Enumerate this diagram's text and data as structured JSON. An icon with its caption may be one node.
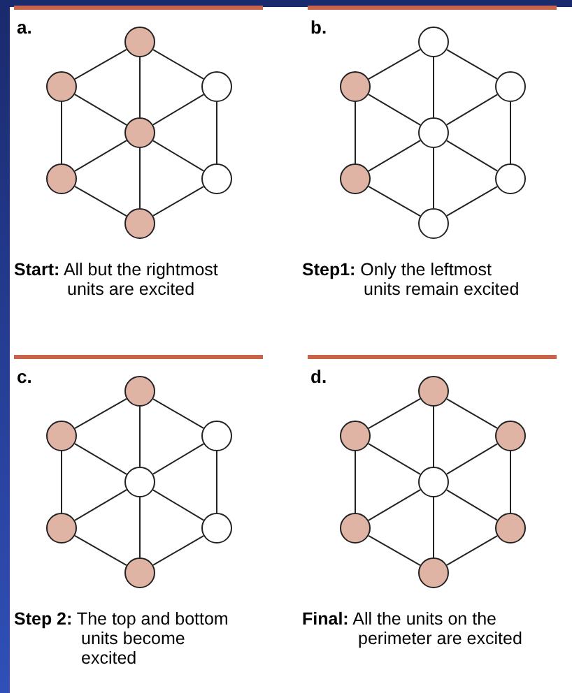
{
  "diagram": {
    "nodes": [
      {
        "text": [],
        "shape": "circle"
      },
      {
        "text": [],
        "shape": "circle"
      },
      {
        "text": [],
        "shape": "circle"
      },
      {
        "text": [],
        "shape": "circle"
      },
      {
        "text": [],
        "shape": "circle"
      },
      {
        "text": [],
        "shape": "circle"
      },
      {
        "text": [],
        "shape": "circle"
      },
      {
        "text": [],
        "shape": "circle"
      },
      {
        "text": [],
        "shape": "circle"
      },
      {
        "text": [],
        "shape": "circle"
      },
      {
        "text": [],
        "shape": "circle"
      },
      {
        "text": [],
        "shape": "circle"
      },
      {
        "text": [],
        "shape": "circle"
      },
      {
        "text": [],
        "shape": "circle"
      },
      {
        "text": [],
        "shape": "circle"
      },
      {
        "text": [],
        "shape": "circle"
      },
      {
        "text": [],
        "shape": "circle"
      },
      {
        "text": [],
        "shape": "circle"
      },
      {
        "text": [],
        "shape": "circle"
      },
      {
        "text": [],
        "shape": "circle"
      },
      {
        "text": [],
        "shape": "circle"
      },
      {
        "text": [],
        "shape": "circle"
      },
      {
        "text": [],
        "shape": "circle"
      },
      {
        "text": [],
        "shape": "circle"
      },
      {
        "text": [],
        "shape": "circle"
      },
      {
        "text": [],
        "shape": "circle"
      },
      {
        "text": [],
        "shape": "circle"
      },
      {
        "text": [],
        "shape": "circle"
      }
    ],
    "edges": [
      {
        "from": 0,
        "to": 1,
        "arrow": "none"
      },
      {
        "from": 0,
        "to": 2,
        "arrow": "none"
      },
      {
        "from": 0,
        "to": 3,
        "arrow": "none"
      },
      {
        "from": 1,
        "to": 3,
        "arrow": "none"
      },
      {
        "from": 2,
        "to": 3,
        "arrow": "none"
      },
      {
        "from": 1,
        "to": 4,
        "arrow": "none"
      },
      {
        "from": 2,
        "to": 5,
        "arrow": "none"
      },
      {
        "from": 3,
        "to": 4,
        "arrow": "none"
      },
      {
        "from": 3,
        "to": 5,
        "arrow": "none"
      },
      {
        "from": 3,
        "to": 6,
        "arrow": "none"
      },
      {
        "from": 4,
        "to": 6,
        "arrow": "none"
      },
      {
        "from": 5,
        "to": 6,
        "arrow": "none"
      },
      {
        "from": 7,
        "to": 8,
        "arrow": "none"
      },
      {
        "from": 7,
        "to": 9,
        "arrow": "none"
      },
      {
        "from": 7,
        "to": 10,
        "arrow": "none"
      },
      {
        "from": 8,
        "to": 10,
        "arrow": "none"
      },
      {
        "from": 9,
        "to": 10,
        "arrow": "none"
      },
      {
        "from": 8,
        "to": 11,
        "arrow": "none"
      },
      {
        "from": 9,
        "to": 12,
        "arrow": "none"
      },
      {
        "from": 10,
        "to": 11,
        "arrow": "none"
      },
      {
        "from": 10,
        "to": 12,
        "arrow": "none"
      },
      {
        "from": 10,
        "to": 13,
        "arrow": "none"
      },
      {
        "from": 11,
        "to": 13,
        "arrow": "none"
      },
      {
        "from": 12,
        "to": 13,
        "arrow": "none"
      },
      {
        "from": 14,
        "to": 15,
        "arrow": "none"
      },
      {
        "from": 14,
        "to": 16,
        "arrow": "none"
      },
      {
        "from": 14,
        "to": 17,
        "arrow": "none"
      },
      {
        "from": 15,
        "to": 17,
        "arrow": "none"
      },
      {
        "from": 16,
        "to": 17,
        "arrow": "none"
      },
      {
        "from": 15,
        "to": 18,
        "arrow": "none"
      },
      {
        "from": 16,
        "to": 19,
        "arrow": "none"
      },
      {
        "from": 17,
        "to": 18,
        "arrow": "none"
      },
      {
        "from": 17,
        "to": 19,
        "arrow": "none"
      },
      {
        "from": 17,
        "to": 20,
        "arrow": "none"
      },
      {
        "from": 18,
        "to": 20,
        "arrow": "none"
      },
      {
        "from": 19,
        "to": 20,
        "arrow": "none"
      },
      {
        "from": 21,
        "to": 22,
        "arrow": "none"
      },
      {
        "from": 21,
        "to": 23,
        "arrow": "none"
      },
      {
        "from": 21,
        "to": 24,
        "arrow": "none"
      },
      {
        "from": 22,
        "to": 24,
        "arrow": "none"
      },
      {
        "from": 23,
        "to": 24,
        "arrow": "none"
      },
      {
        "from": 22,
        "to": 25,
        "arrow": "none"
      },
      {
        "from": 23,
        "to": 26,
        "arrow": "none"
      },
      {
        "from": 24,
        "to": 25,
        "arrow": "none"
      },
      {
        "from": 24,
        "to": 26,
        "arrow": "none"
      },
      {
        "from": 24,
        "to": 27,
        "arrow": "none"
      },
      {
        "from": 25,
        "to": 27,
        "arrow": "none"
      },
      {
        "from": 26,
        "to": 27,
        "arrow": "none"
      }
    ],
    "labels": [
      "a.",
      "b.",
      "**Start:** All but the rightmost units are excited",
      "**Step1:** Only the leftmost units remain excited",
      "c.",
      "d.",
      "**Step 2:** The top and bottom units become excited",
      "**Final:** All the units on the perimeter are excited"
    ]
  }
}
